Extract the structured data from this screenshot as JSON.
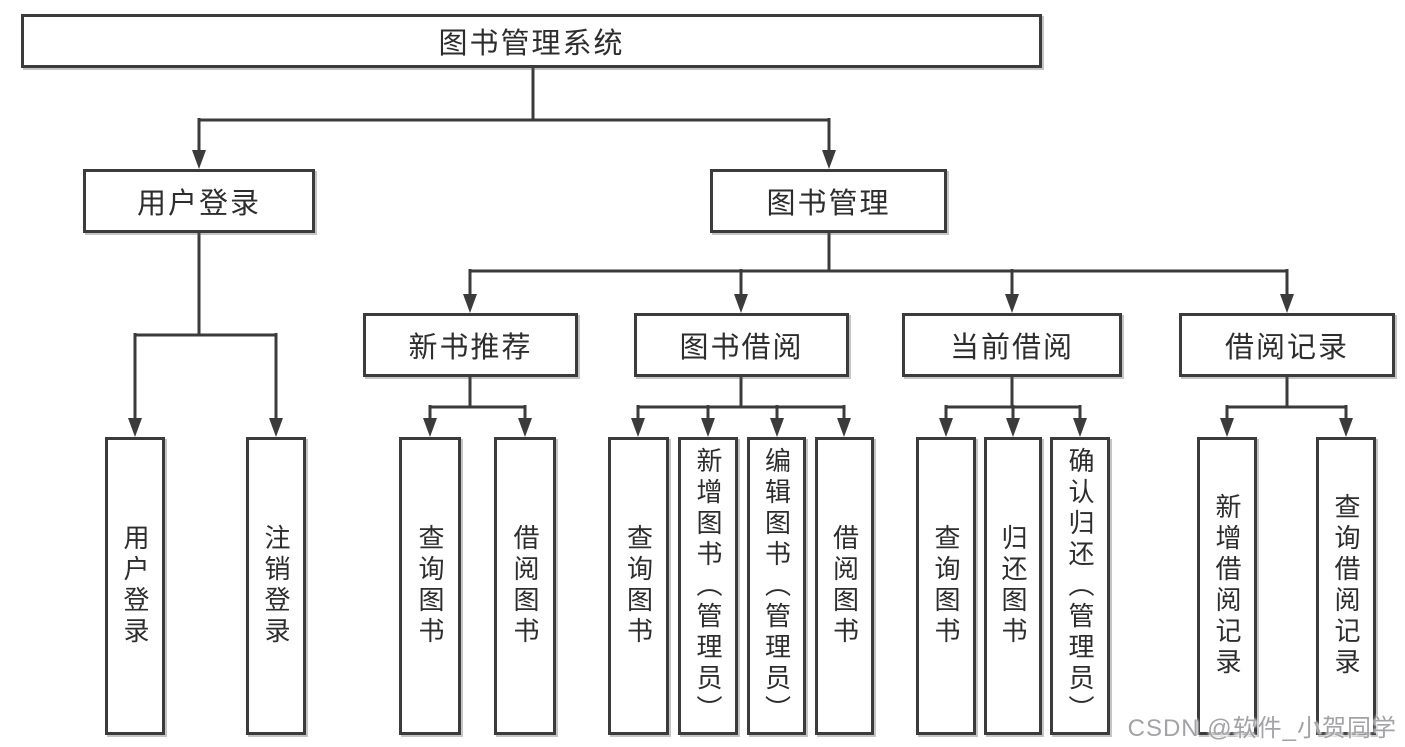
{
  "tree": {
    "root": {
      "label": "图书管理系统"
    },
    "branches": [
      {
        "label": "用户登录",
        "children": [
          {
            "label": "用户登录"
          },
          {
            "label": "注销登录"
          }
        ]
      },
      {
        "label": "图书管理",
        "children": [
          {
            "label": "新书推荐",
            "children": [
              {
                "label": "查询图书"
              },
              {
                "label": "借阅图书"
              }
            ]
          },
          {
            "label": "图书借阅",
            "children": [
              {
                "label": "查询图书"
              },
              {
                "label": "新增图书（管理员）"
              },
              {
                "label": "编辑图书（管理员）"
              },
              {
                "label": "借阅图书"
              }
            ]
          },
          {
            "label": "当前借阅",
            "children": [
              {
                "label": "查询图书"
              },
              {
                "label": "归还图书"
              },
              {
                "label": "确认归还（管理员）"
              }
            ]
          },
          {
            "label": "借阅记录",
            "children": [
              {
                "label": "新增借阅记录"
              },
              {
                "label": "查询借阅记录"
              }
            ]
          }
        ]
      }
    ]
  },
  "watermark": {
    "text": "CSDN @软件_小贺同学"
  },
  "colors": {
    "background": "#ffffff",
    "line": "#3b3b3b",
    "text": "#2d2d2d",
    "watermark": "#a2a2a7"
  }
}
